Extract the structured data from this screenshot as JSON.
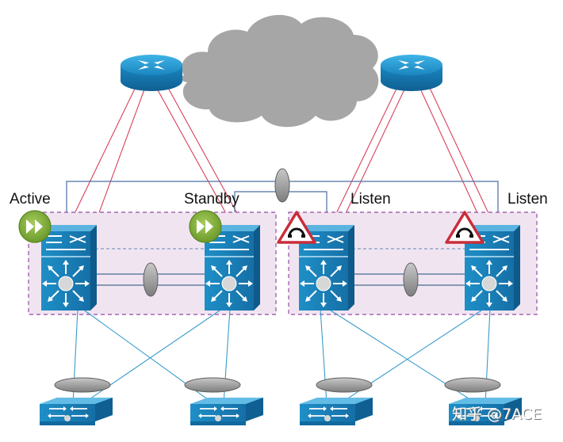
{
  "labels": {
    "active": "Active",
    "standby": "Standby",
    "listen_left": "Listen",
    "listen_right": "Listen"
  },
  "watermark": "知乎 @7ACE",
  "colors": {
    "cloud": "#a6a6a6",
    "router": "#1b8fc4",
    "switch": "#1a7fb5",
    "uplink": "#d8405a",
    "access_link": "#3a9bcb",
    "peer_link": "#1c4f78",
    "cluster_fill": "#f1e4f1",
    "cluster_border": "#a365b0",
    "forwarding": "#7ea93a",
    "listen_warning": "#c92d3a"
  },
  "icons": {
    "router": "router-icon",
    "core_switch": "core-switch-icon",
    "access_switch": "access-switch-icon",
    "forwarding": "forwarding-icon",
    "listen": "listen-warning-icon",
    "cloud": "cloud-icon",
    "port_channel": "port-channel-icon"
  }
}
